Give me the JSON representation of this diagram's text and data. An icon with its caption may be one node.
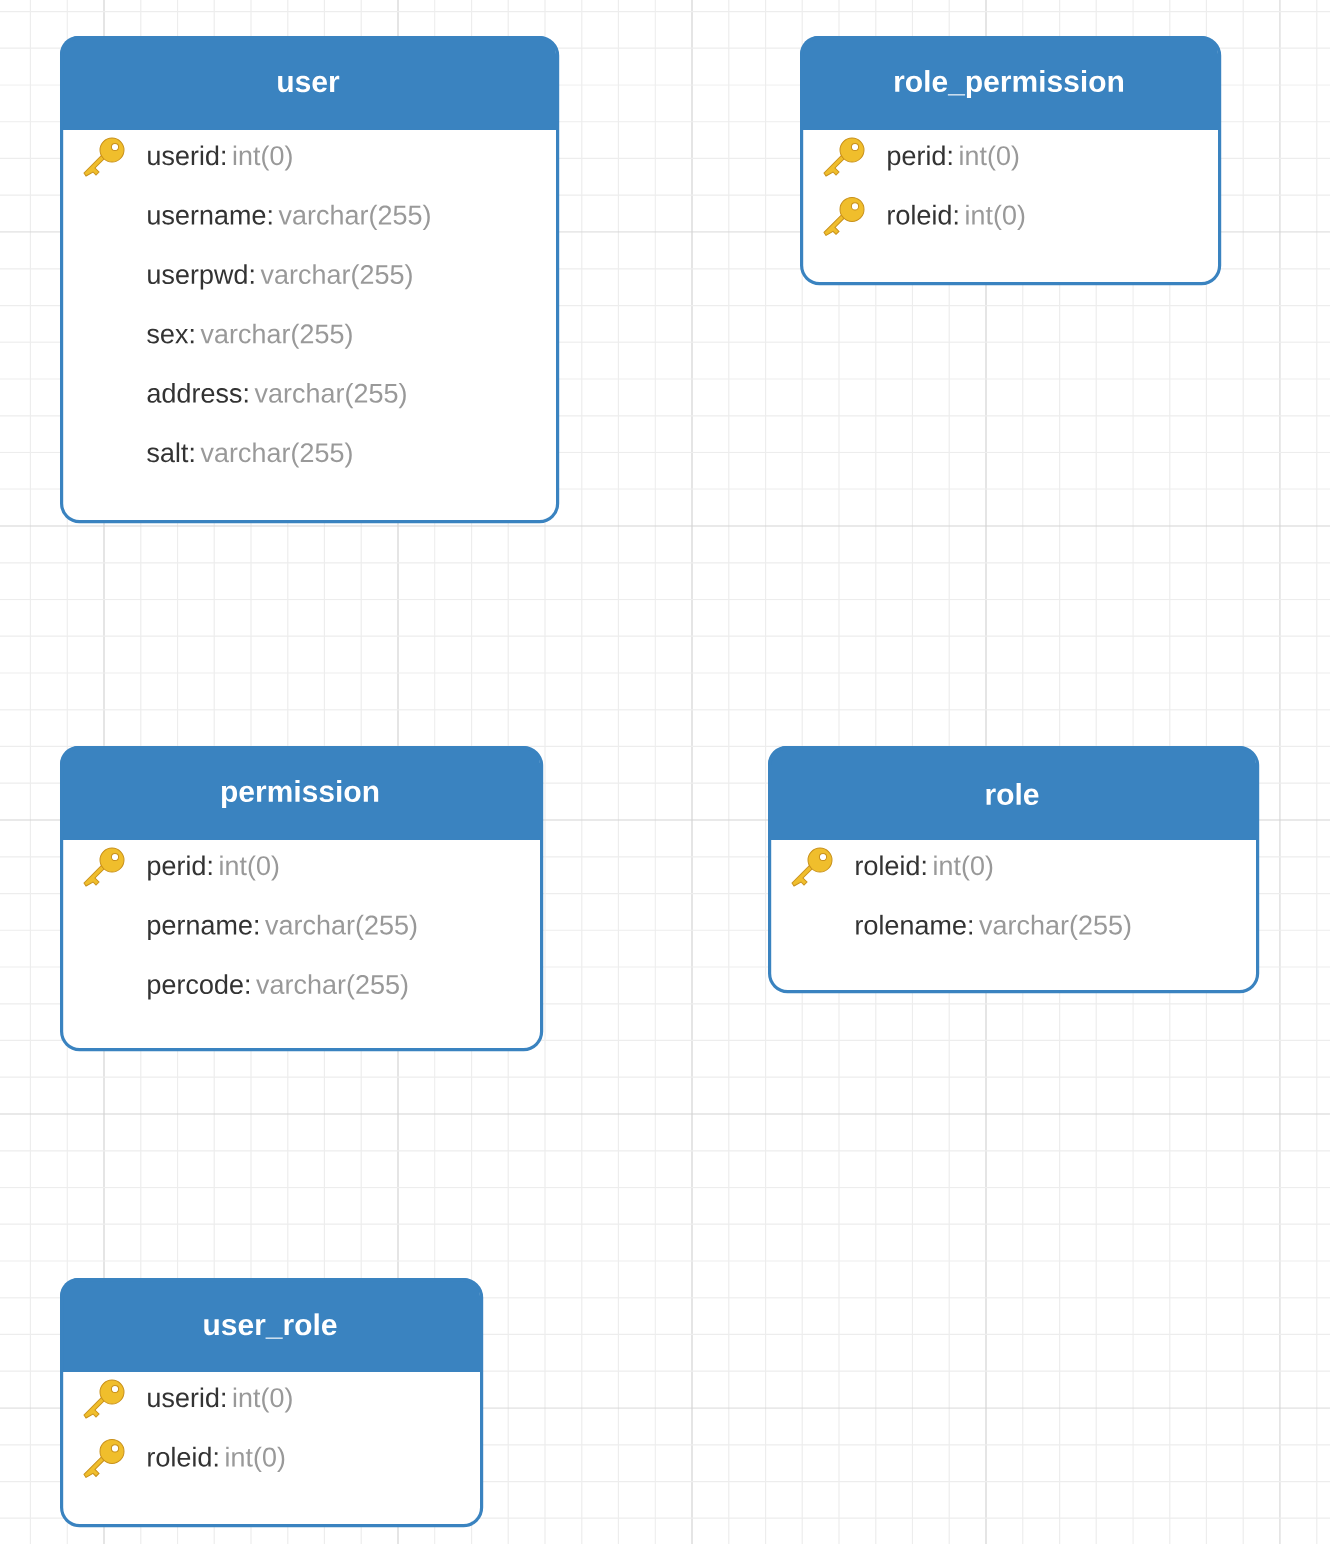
{
  "diagram": {
    "nodes": [
      {
        "text": [
          "user"
        ]
      },
      {
        "text": [
          "userid:",
          "int(0)"
        ],
        "in": 0
      },
      {
        "text": [
          "username:",
          "varchar(255)"
        ],
        "in": 0
      },
      {
        "text": [
          "userpwd:",
          "varchar(255)"
        ],
        "in": 0
      },
      {
        "text": [
          "sex:",
          "varchar(255)"
        ],
        "in": 0
      },
      {
        "text": [
          "address:",
          "varchar(255)"
        ],
        "in": 0
      },
      {
        "text": [
          "salt:",
          "varchar(255)"
        ],
        "in": 0
      },
      {
        "text": [
          "role_permission"
        ]
      },
      {
        "text": [
          "perid:",
          "int(0)"
        ],
        "in": 7
      },
      {
        "text": [
          "roleid:",
          "int(0)"
        ],
        "in": 7
      },
      {
        "text": [
          "permission"
        ]
      },
      {
        "text": [
          "perid:",
          "int(0)"
        ],
        "in": 10
      },
      {
        "text": [
          "pername:",
          "varchar(255)"
        ],
        "in": 10
      },
      {
        "text": [
          "percode:",
          "varchar(255)"
        ],
        "in": 10
      },
      {
        "text": [
          "role"
        ]
      },
      {
        "text": [
          "roleid:",
          "int(0)"
        ],
        "in": 14
      },
      {
        "text": [
          "rolename:",
          "varchar(255)"
        ],
        "in": 14
      },
      {
        "text": [
          "user_role"
        ]
      },
      {
        "text": [
          "userid:",
          "int(0)"
        ],
        "in": 17
      },
      {
        "text": [
          "roleid:",
          "int(0)"
        ],
        "in": 17
      }
    ]
  }
}
